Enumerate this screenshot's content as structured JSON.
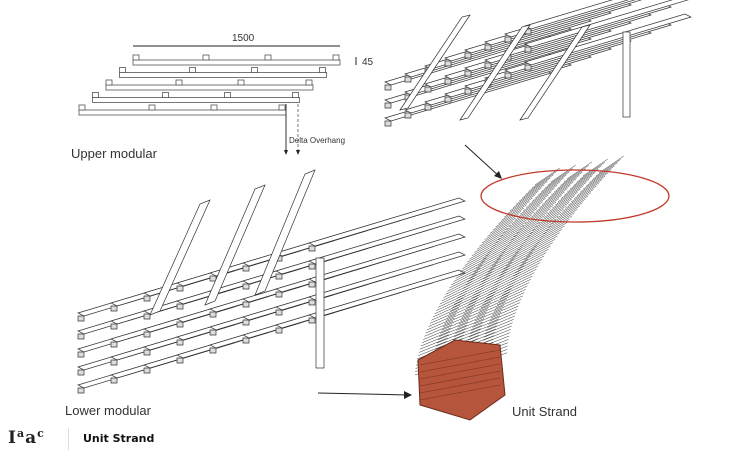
{
  "upper": {
    "dimension_length": "1500",
    "dimension_height": "45",
    "overhang_label": "Delta Overhang",
    "title": "Upper modular"
  },
  "lower": {
    "title": "Lower modular"
  },
  "strand": {
    "title": "Unit Strand"
  },
  "footer": {
    "logo_text": "Iaac",
    "caption": "Unit Strand"
  },
  "colors": {
    "highlight_ellipse": "#c0392b",
    "base_block": "#b5553c",
    "line": "#333333"
  }
}
